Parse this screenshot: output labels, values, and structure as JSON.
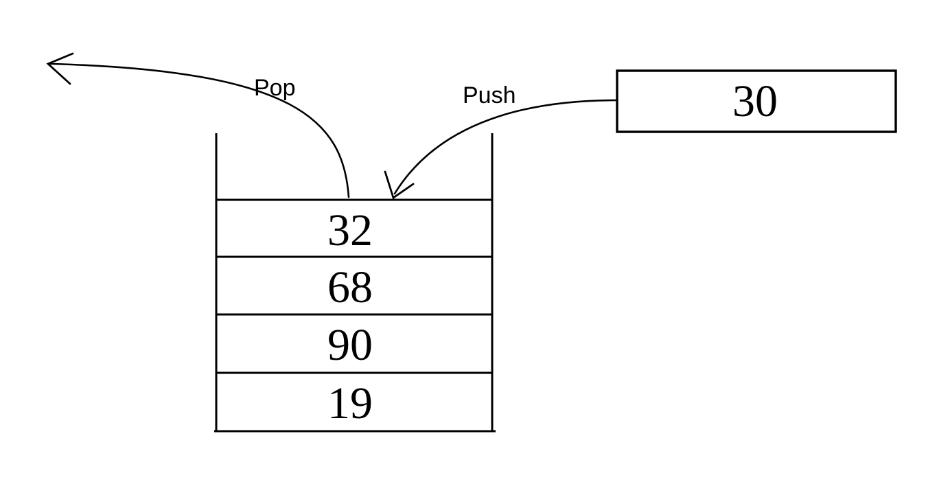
{
  "colors": {
    "ink": "#000000",
    "background": "#ffffff"
  },
  "stack": {
    "cells": [
      "32",
      "68",
      "90",
      "19"
    ]
  },
  "pop_arrow": {
    "label": "Pop"
  },
  "push_arrow": {
    "label": "Push"
  },
  "incoming_box": {
    "value": "30"
  }
}
